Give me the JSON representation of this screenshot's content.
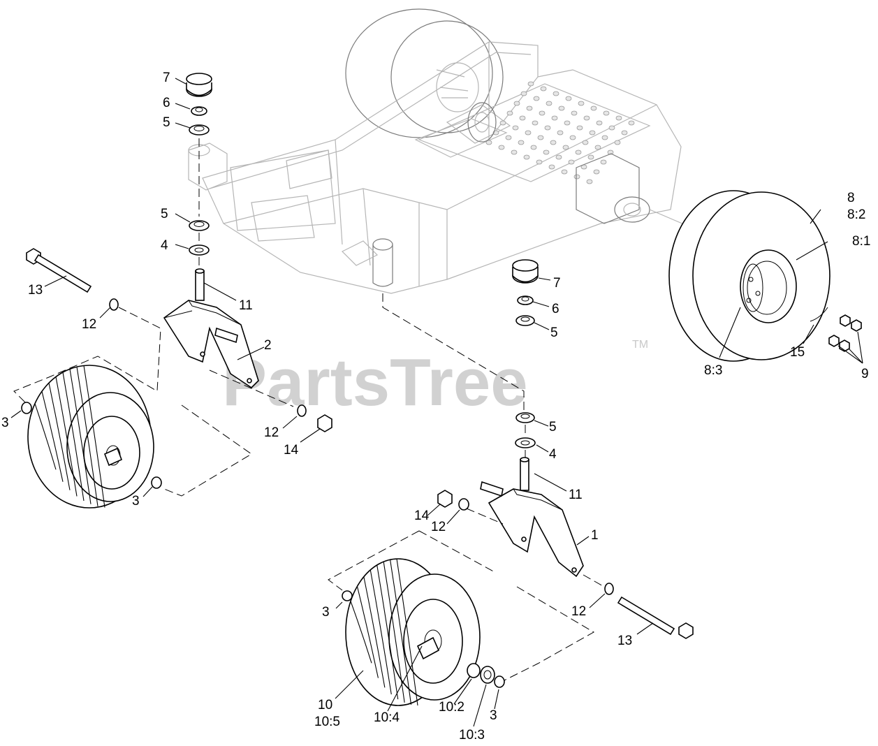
{
  "watermark": {
    "text": "PartsTree",
    "trademark": "TM"
  },
  "callouts": {
    "c7a": "7",
    "c6a": "6",
    "c5a": "5",
    "c5b": "5",
    "c4a": "4",
    "c13a": "13",
    "c12a": "12",
    "c11a": "11",
    "c2": "2",
    "c3a": "3",
    "c12b": "12",
    "c14a": "14",
    "c3b": "3",
    "c7b": "7",
    "c6b": "6",
    "c5c": "5",
    "c8": "8",
    "c8_2": "8:2",
    "c8_1": "8:1",
    "c8_3": "8:3",
    "c15": "15",
    "c9": "9",
    "c5d": "5",
    "c4b": "4",
    "c11b": "11",
    "c14b": "14",
    "c12c": "12",
    "c1": "1",
    "c3c": "3",
    "c12d": "12",
    "c13b": "13",
    "c10": "10",
    "c10_5": "10:5",
    "c10_4": "10:4",
    "c10_2": "10:2",
    "c10_3": "10:3",
    "c3d": "3"
  },
  "colors": {
    "line": "#000000",
    "frame": "#b5b5b5",
    "watermark": "#c9c9c9",
    "background": "#ffffff"
  }
}
